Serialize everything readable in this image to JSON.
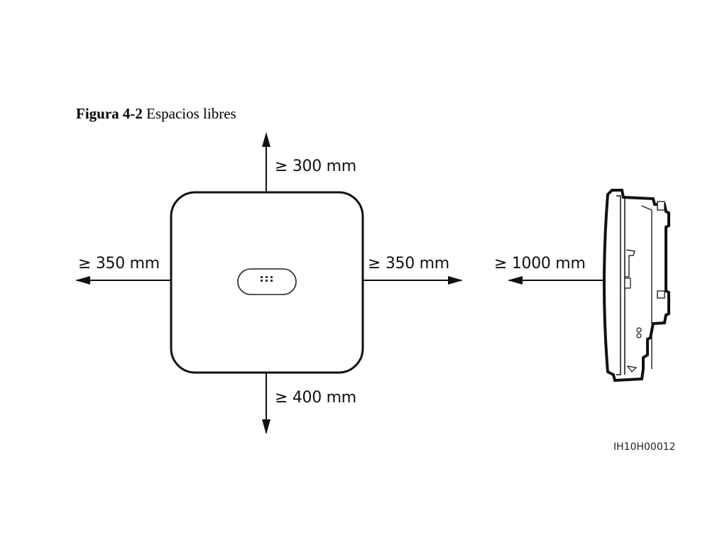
{
  "figure": {
    "number": "Figura 4-2",
    "title": "Espacios libres",
    "code": "IH10H00012"
  },
  "clearances": {
    "top": "≥ 300 mm",
    "left": "≥ 350 mm",
    "right": "≥ 350 mm",
    "bottom": "≥ 400 mm",
    "front": "≥ 1000 mm"
  },
  "views": {
    "front_view": "inverter-front",
    "side_view": "inverter-side"
  }
}
